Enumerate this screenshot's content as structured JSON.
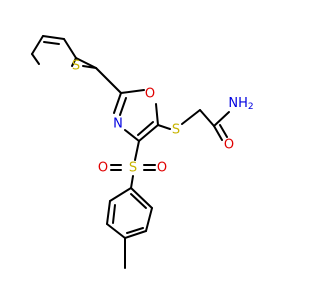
{
  "molecule": {
    "atoms": {
      "s_thiophene": {
        "label": "S",
        "color": "#c8b400"
      },
      "o_oxazole": {
        "label": "O",
        "color": "#e00000"
      },
      "n_oxazole": {
        "label": "N",
        "color": "#0000e0"
      },
      "s_thioether": {
        "label": "S",
        "color": "#c8b400"
      },
      "s_sulfonyl": {
        "label": "S",
        "color": "#c8b400"
      },
      "o_sulfonyl_left": {
        "label": "O",
        "color": "#e00000"
      },
      "o_sulfonyl_right": {
        "label": "O",
        "color": "#e00000"
      },
      "o_amide": {
        "label": "O",
        "color": "#e00000"
      },
      "n_amide": {
        "label": "NH",
        "subscript": "2",
        "color": "#0000e0"
      }
    },
    "bond_color": "#000000"
  }
}
